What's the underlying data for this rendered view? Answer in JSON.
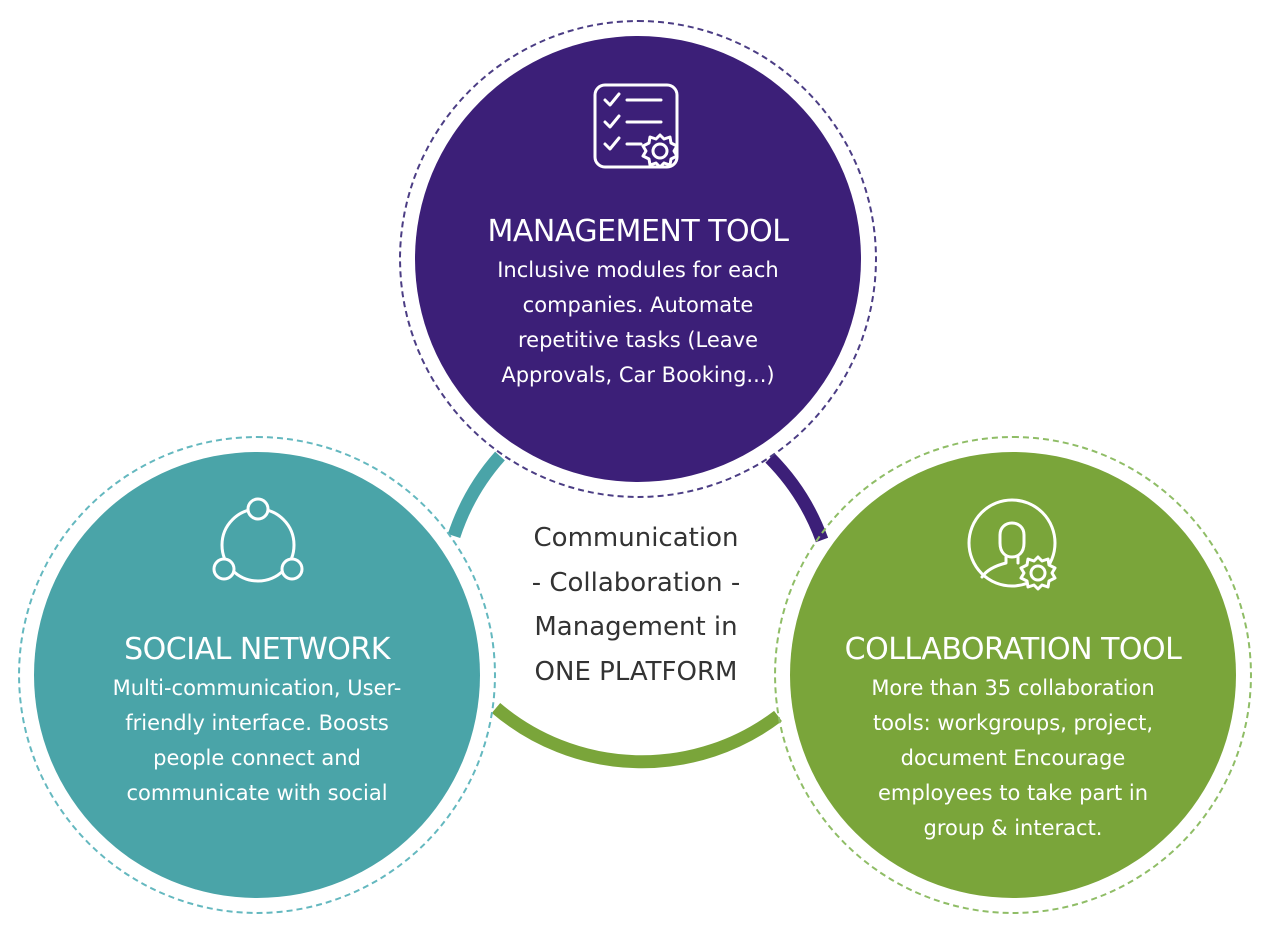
{
  "colors": {
    "management": "#3c1f78",
    "social": "#4aa4a8",
    "collaboration": "#7aa53a",
    "center_text": "#333333"
  },
  "management": {
    "icon": "checklist-gear-icon",
    "title": "MANAGEMENT TOOL",
    "description_lines": [
      "Inclusive modules for each",
      "companies. Automate",
      "repetitive tasks (Leave",
      "Approvals, Car Booking...)"
    ]
  },
  "social": {
    "icon": "network-share-icon",
    "title": "SOCIAL NETWORK",
    "description_lines": [
      "Multi-communication, User-",
      "friendly interface. Boosts",
      "people connect and",
      "communicate with social"
    ]
  },
  "collaboration": {
    "icon": "user-gear-icon",
    "title": "COLLABORATION TOOL",
    "description_lines": [
      "More than 35 collaboration",
      "tools: workgroups, project,",
      "document Encourage",
      "employees to take part in",
      "group & interact."
    ]
  },
  "center": {
    "lines": [
      "Communication",
      "- Collaboration -",
      "Management in",
      "ONE PLATFORM"
    ]
  }
}
